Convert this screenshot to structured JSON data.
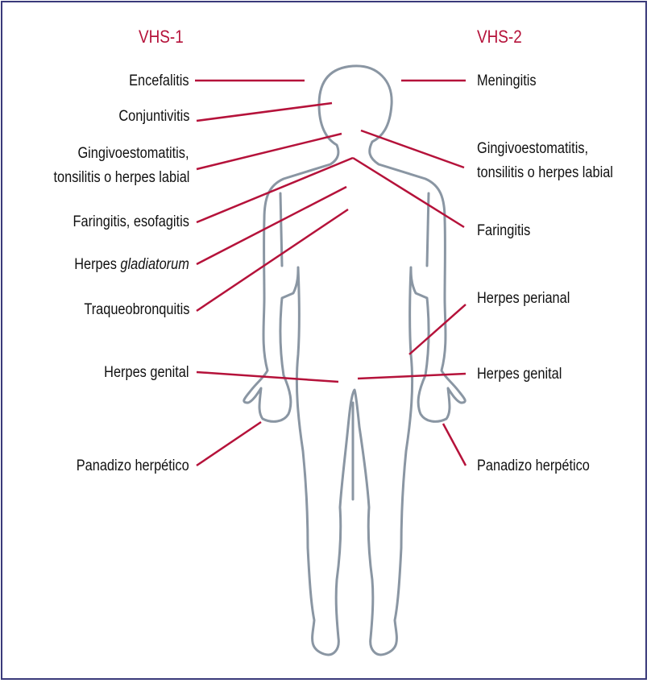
{
  "colors": {
    "accent": "#b5123a",
    "outline": "#8a96a3",
    "frame": "#3a3a7a"
  },
  "headers": {
    "left": "VHS-1",
    "right": "VHS-2"
  },
  "left_labels": {
    "encefalitis": "Encefalitis",
    "conjuntivitis": "Conjuntivitis",
    "gingivo_line1": "Gingivoestomatitis,",
    "gingivo_line2": "tonsilitis o herpes labial",
    "faringitis_esofagitis": "Faringitis, esofagitis",
    "gladiatorum_prefix": "Herpes ",
    "gladiatorum_italic": "gladiatorum",
    "traqueobronquitis": "Traqueobronquitis",
    "herpes_genital": "Herpes genital",
    "panadizo": "Panadizo herpético"
  },
  "right_labels": {
    "meningitis": "Meningitis",
    "gingivo_line1": "Gingivoestomatitis,",
    "gingivo_line2": "tonsilitis o herpes labial",
    "faringitis": "Faringitis",
    "herpes_perianal": "Herpes perianal",
    "herpes_genital": "Herpes genital",
    "panadizo": "Panadizo herpético"
  }
}
